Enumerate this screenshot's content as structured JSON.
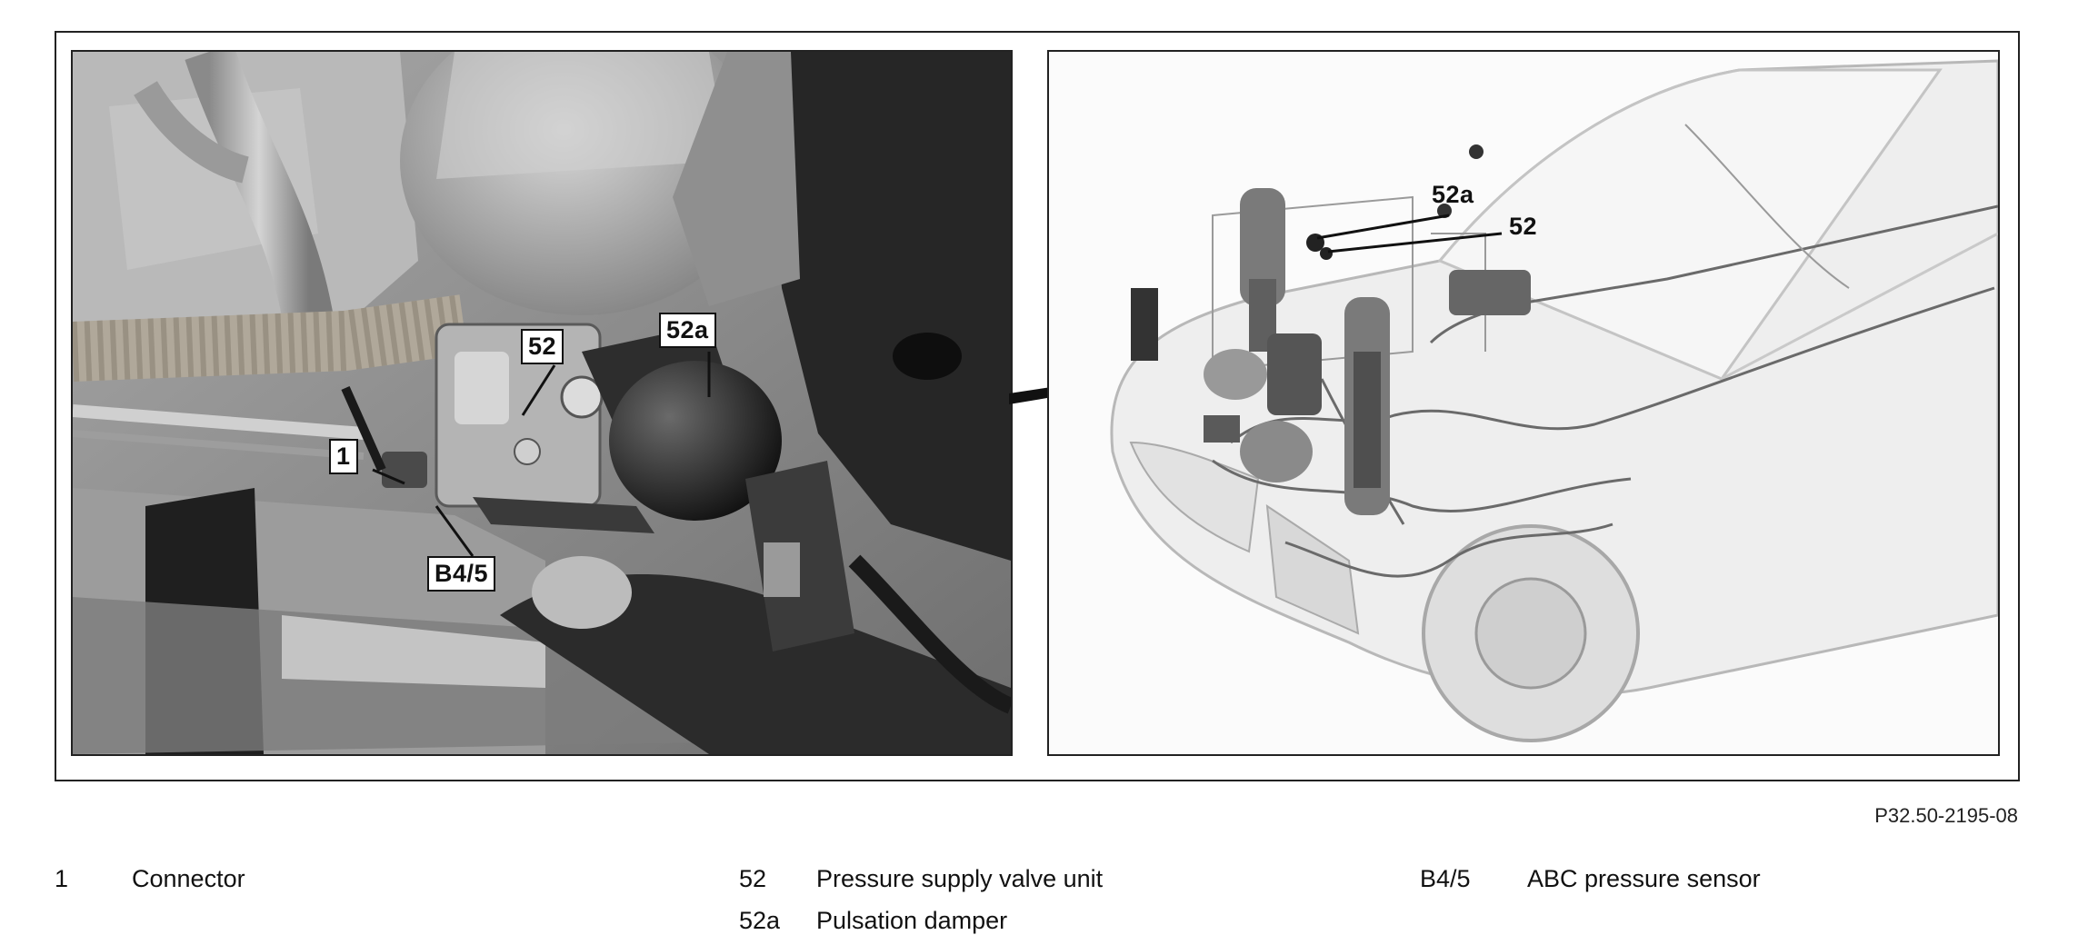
{
  "callouts": {
    "photo": [
      "52",
      "52a",
      "1",
      "B4/5"
    ],
    "diagram": [
      "52a",
      "52"
    ]
  },
  "figure_id": "P32.50-2195-08",
  "legend": [
    {
      "key": "1",
      "desc": "Connector"
    },
    {
      "key": "52",
      "desc": "Pressure supply valve unit"
    },
    {
      "key": "52a",
      "desc": "Pulsation damper"
    },
    {
      "key": "B4/5",
      "desc": "ABC pressure sensor"
    }
  ]
}
